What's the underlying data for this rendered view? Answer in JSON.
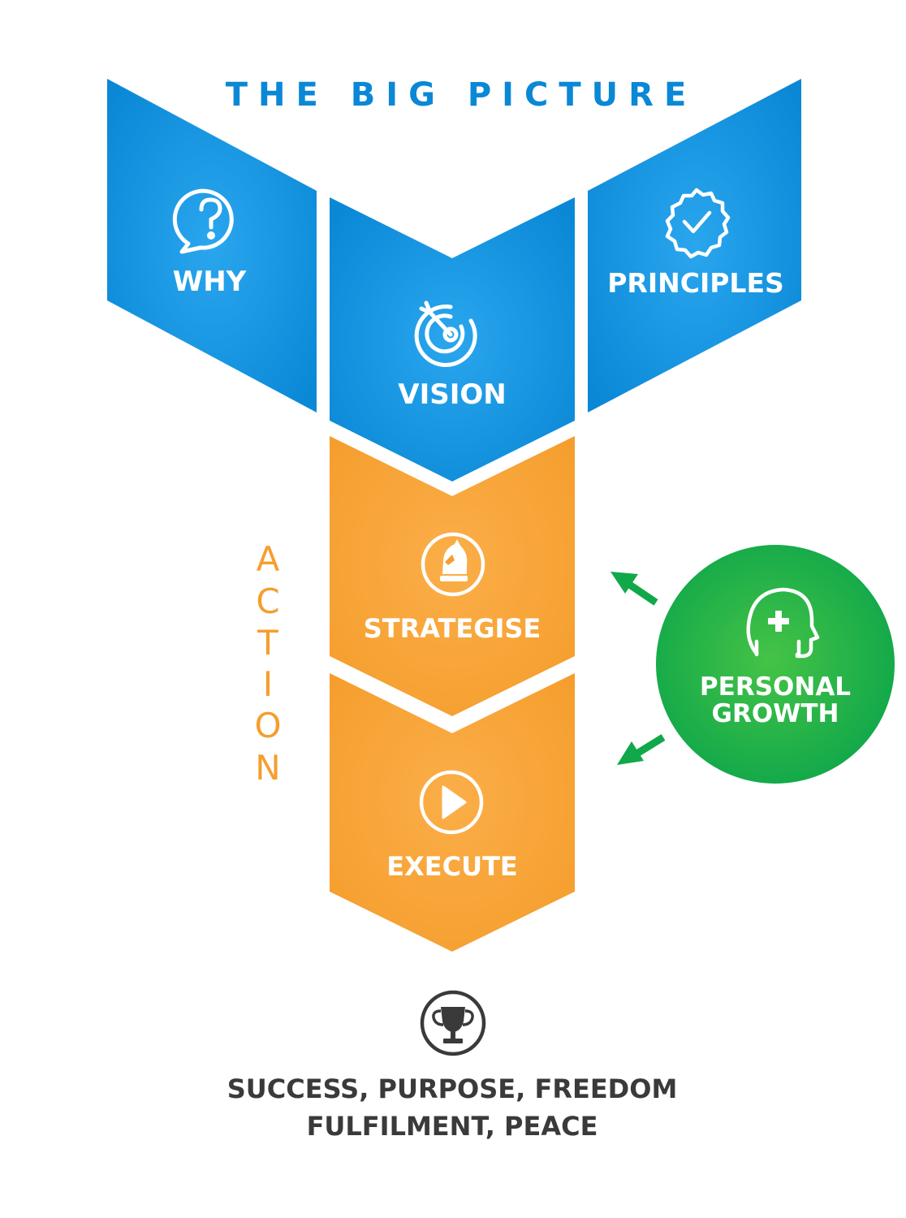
{
  "title": "THE BIG PICTURE",
  "colors": {
    "blue": "#0a88d6",
    "blue_light": "#2aa6ee",
    "orange": "#f59e2e",
    "orange_light": "#fbae48",
    "green": "#11a84a",
    "green_light": "#45c346",
    "dark": "#3a3a3a"
  },
  "big_picture": {
    "why": {
      "label": "WHY",
      "icon": "question-bubble-icon"
    },
    "vision": {
      "label": "VISION",
      "icon": "target-icon"
    },
    "principles": {
      "label": "PRINCIPLES",
      "icon": "verified-badge-icon"
    }
  },
  "action": {
    "letters": [
      "A",
      "C",
      "T",
      "I",
      "O",
      "N"
    ],
    "strategise": {
      "label": "STRATEGISE",
      "icon": "chess-knight-icon"
    },
    "execute": {
      "label": "EXECUTE",
      "icon": "play-icon"
    }
  },
  "personal_growth": {
    "line1": "PERSONAL",
    "line2": "GROWTH",
    "icon": "head-plus-icon"
  },
  "outcome": {
    "icon": "trophy-icon",
    "line1": "SUCCESS, PURPOSE, FREEDOM",
    "line2": "FULFILMENT, PEACE"
  }
}
